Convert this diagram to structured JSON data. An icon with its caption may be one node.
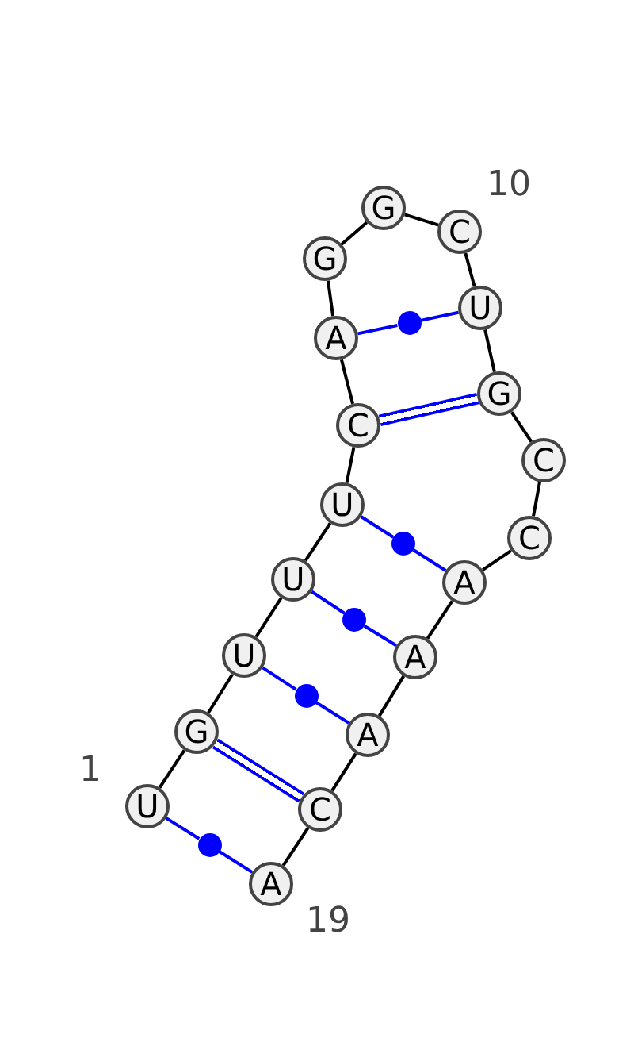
{
  "diagram": {
    "nodes": [
      {
        "text": [
          "U"
        ]
      },
      {
        "text": [
          "G"
        ]
      },
      {
        "text": [
          "U"
        ]
      },
      {
        "text": [
          "U"
        ]
      },
      {
        "text": [
          "U"
        ]
      },
      {
        "text": [
          "C"
        ]
      },
      {
        "text": [
          "A"
        ]
      },
      {
        "text": [
          "G"
        ]
      },
      {
        "text": [
          "G"
        ]
      },
      {
        "text": [
          "C"
        ]
      },
      {
        "text": [
          "U"
        ]
      },
      {
        "text": [
          "G"
        ]
      },
      {
        "text": [
          "C"
        ]
      },
      {
        "text": [
          "C"
        ]
      },
      {
        "text": [
          "A"
        ]
      },
      {
        "text": [
          "A"
        ]
      },
      {
        "text": [
          "A"
        ]
      },
      {
        "text": [
          "C"
        ]
      },
      {
        "text": [
          "A"
        ]
      },
      {
        "text": [],
        "shape": "circle"
      },
      {
        "text": [],
        "shape": "circle"
      },
      {
        "text": [],
        "shape": "circle"
      },
      {
        "text": [],
        "shape": "circle"
      },
      {
        "text": [],
        "shape": "circle"
      }
    ],
    "edges": [
      {
        "from": 0,
        "to": 1,
        "arrow": "none"
      },
      {
        "from": 1,
        "to": 2,
        "arrow": "none"
      },
      {
        "from": 2,
        "to": 3,
        "arrow": "none"
      },
      {
        "from": 3,
        "to": 4,
        "arrow": "none"
      },
      {
        "from": 4,
        "to": 5,
        "arrow": "none"
      },
      {
        "from": 5,
        "to": 6,
        "arrow": "none"
      },
      {
        "from": 6,
        "to": 7,
        "arrow": "none"
      },
      {
        "from": 7,
        "to": 8,
        "arrow": "none"
      },
      {
        "from": 8,
        "to": 9,
        "arrow": "none"
      },
      {
        "from": 9,
        "to": 10,
        "arrow": "none"
      },
      {
        "from": 10,
        "to": 11,
        "arrow": "none"
      },
      {
        "from": 11,
        "to": 12,
        "arrow": "none"
      },
      {
        "from": 12,
        "to": 13,
        "arrow": "none"
      },
      {
        "from": 13,
        "to": 14,
        "arrow": "none"
      },
      {
        "from": 14,
        "to": 15,
        "arrow": "none"
      },
      {
        "from": 15,
        "to": 16,
        "arrow": "none"
      },
      {
        "from": 16,
        "to": 17,
        "arrow": "none"
      },
      {
        "from": 17,
        "to": 18,
        "arrow": "none"
      },
      {
        "from": 0,
        "to": 23,
        "arrow": "none",
        "color": "#0000ff"
      },
      {
        "from": 23,
        "to": 18,
        "arrow": "none",
        "color": "#0000ff"
      },
      {
        "from": 1,
        "to": 17,
        "arrow": "none",
        "style": "thick",
        "color": "#0000ff"
      },
      {
        "from": 2,
        "to": 22,
        "arrow": "none",
        "color": "#0000ff"
      },
      {
        "from": 22,
        "to": 16,
        "arrow": "none",
        "color": "#0000ff"
      },
      {
        "from": 3,
        "to": 21,
        "arrow": "none",
        "color": "#0000ff"
      },
      {
        "from": 21,
        "to": 15,
        "arrow": "none",
        "color": "#0000ff"
      },
      {
        "from": 4,
        "to": 20,
        "arrow": "none",
        "color": "#0000ff"
      },
      {
        "from": 20,
        "to": 14,
        "arrow": "none",
        "color": "#0000ff"
      },
      {
        "from": 5,
        "to": 11,
        "arrow": "none",
        "style": "thick",
        "color": "#0000ff"
      },
      {
        "from": 6,
        "to": 19,
        "arrow": "none",
        "color": "#0000ff"
      },
      {
        "from": 19,
        "to": 10,
        "arrow": "none",
        "color": "#0000ff"
      }
    ],
    "labels": [
      "10",
      "1",
      "19"
    ]
  }
}
